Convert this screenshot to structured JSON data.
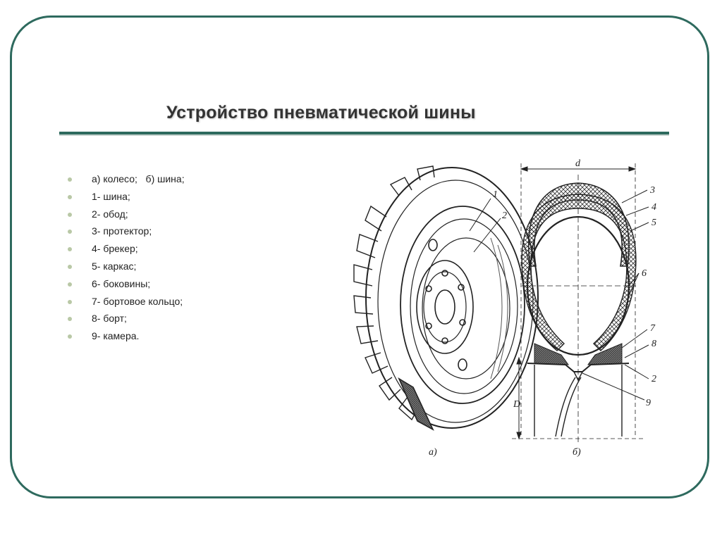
{
  "slide": {
    "title": "Устройство пневматической шины",
    "items": [
      "а) колесо;   б) шина;",
      "1- шина;",
      "2- обод;",
      "3- протектор;",
      "4- брекер;",
      "5- каркас;",
      "6- боковины;",
      "7- бортовое кольцо;",
      "8- борт;",
      "9- камера."
    ]
  },
  "figure": {
    "wheel_caption": "а)",
    "tire_caption": "б)",
    "dim_d": "d",
    "dim_D": "D",
    "labels": [
      "1",
      "2",
      "3",
      "4",
      "5",
      "6",
      "7",
      "8",
      "2",
      "9"
    ]
  },
  "colors": {
    "accent": "#2e6a5e",
    "bullet": "#b9c8a6"
  }
}
